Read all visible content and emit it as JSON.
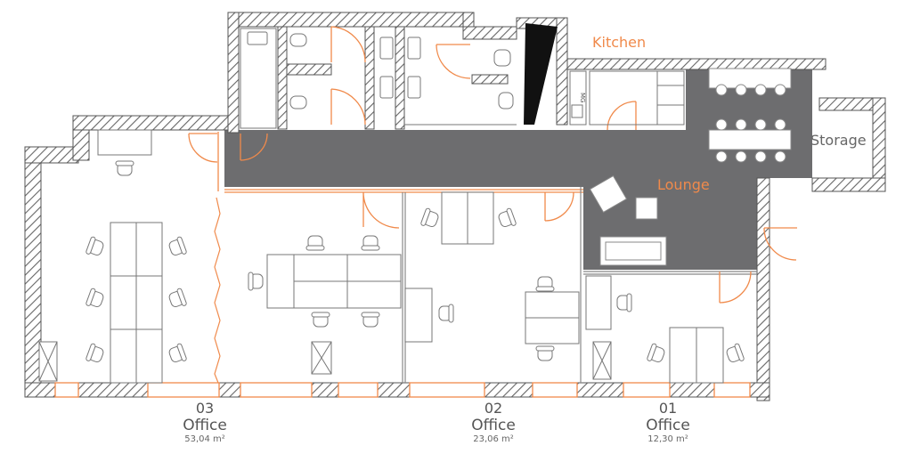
{
  "colors": {
    "wall": "#555555",
    "accent": "#f08a4b",
    "corridor": "#6d6d6f",
    "furniture": "#777777",
    "label": "#555555",
    "storage_label": "#666666"
  },
  "rooms": {
    "kitchen": "Kitchen",
    "lounge": "Lounge",
    "storage": "Storage",
    "appliance_tag": "MG"
  },
  "offices": [
    {
      "number": "03",
      "name": "Office",
      "area": "53,04 m²"
    },
    {
      "number": "02",
      "name": "Office",
      "area": "23,06 m²"
    },
    {
      "number": "01",
      "name": "Office",
      "area": "12,30 m²"
    }
  ]
}
